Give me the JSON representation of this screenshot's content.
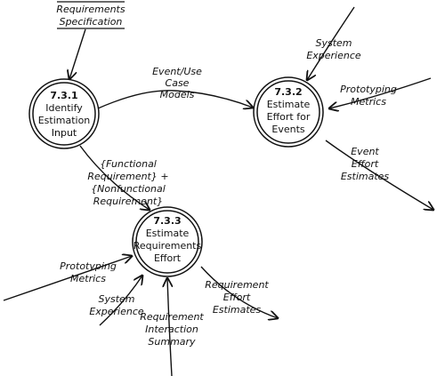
{
  "store": {
    "line1": "Requirements",
    "line2": "Specification"
  },
  "processes": [
    {
      "id": "7.3.1",
      "lines": [
        "Identify",
        "Estimation",
        "Input"
      ]
    },
    {
      "id": "7.3.2",
      "lines": [
        "Estimate",
        "Effort for",
        "Events"
      ]
    },
    {
      "id": "7.3.3",
      "lines": [
        "Estimate",
        "Requirements",
        "Effort"
      ]
    }
  ],
  "flows": {
    "event_use_case": [
      "Event/Use",
      "Case",
      "Models"
    ],
    "system_exp_top": [
      "System",
      "Experience"
    ],
    "prototyping_top": [
      "Prototyping",
      "Metrics"
    ],
    "event_effort": [
      "Event",
      "Effort",
      "Estimates"
    ],
    "functional": [
      "{Functional",
      "Requirement} +",
      "{Nonfunctional",
      "Requirement}"
    ],
    "prototyping_bottom": [
      "Prototyping",
      "Metrics"
    ],
    "system_exp_bottom": [
      "System",
      "Experience"
    ],
    "req_interaction": [
      "Requirement",
      "Interaction",
      "Summary"
    ],
    "req_effort": [
      "Requirement",
      "Effort",
      "Estimates"
    ]
  }
}
